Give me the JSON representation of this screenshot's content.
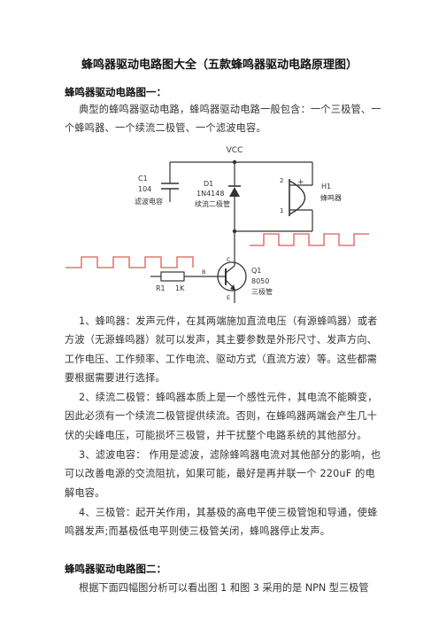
{
  "title": "蜂鸣器驱动电路图大全（五款蜂鸣器驱动电路原理图）",
  "section1": {
    "heading": "蜂鸣器驱动电路图一：",
    "intro": "典型的蜂鸣器驱动电路，蜂鸣器驱动电路一般包含：一个三极管、一个蜂鸣器、一个续流二极管、一个滤波电容。"
  },
  "diagram": {
    "vcc": "VCC",
    "c1_name": "C1",
    "c1_value": "104",
    "c1_desc": "滤波电容",
    "d1_name": "D1",
    "d1_value": "1N4148",
    "d1_desc": "续流二极管",
    "h1_name": "H1",
    "h1_desc": "蜂鸣器",
    "pin2": "2",
    "pin1": "1",
    "plus": "+",
    "r1_name": "R1",
    "r1_value": "1K",
    "b": "B",
    "c": "C",
    "e": "E",
    "q1_name": "Q1",
    "q1_value": "8050",
    "q1_desc": "三极管"
  },
  "points": [
    "1、蜂鸣器：发声元件，在其两端施加直流电压（有源蜂鸣器）或者方波（无源蜂鸣器）就可以发声，其主要参数是外形尺寸、发声方向、工作电压、工作频率、工作电流、驱动方式（直流方波）等。这些都需要根据需要进行选择。",
    "2、续流二极管：蜂鸣器本质上是一个感性元件，其电流不能瞬变，因此必须有一个续流二极管提供续流。否则，在蜂鸣器两端会产生几十伏的尖峰电压，可能损坏三极管，并干扰整个电路系统的其他部分。",
    "3、滤波电容： 作用是滤波，滤除蜂鸣器电流对其他部分的影响，也可以改善电源的交流阻抗，如果可能，最好是再并联一个 220uF 的电解电容。",
    "4、三极管：起开关作用，其基极的高电平使三极管饱和导通，使蜂鸣器发声;而基极低电平则使三极管关闭，蜂鸣器停止发声。"
  ],
  "section2": {
    "heading": "蜂鸣器驱动电路图二：",
    "intro": "根据下面四幅图分析可以看出图 1 和图 3 采用的是 NPN 型三极管"
  }
}
